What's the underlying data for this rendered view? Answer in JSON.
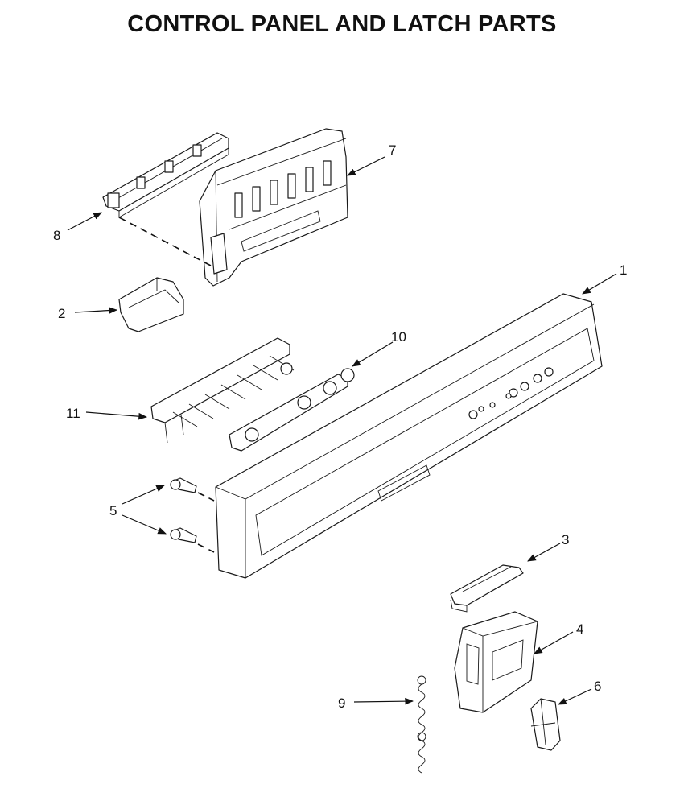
{
  "title": "CONTROL PANEL AND LATCH PARTS",
  "callouts": [
    {
      "id": "1",
      "label": "1"
    },
    {
      "id": "2",
      "label": "2"
    },
    {
      "id": "3",
      "label": "3"
    },
    {
      "id": "4",
      "label": "4"
    },
    {
      "id": "5",
      "label": "5"
    },
    {
      "id": "6",
      "label": "6"
    },
    {
      "id": "7",
      "label": "7"
    },
    {
      "id": "8",
      "label": "8"
    },
    {
      "id": "9",
      "label": "9"
    },
    {
      "id": "10",
      "label": "10"
    },
    {
      "id": "11",
      "label": "11"
    }
  ]
}
